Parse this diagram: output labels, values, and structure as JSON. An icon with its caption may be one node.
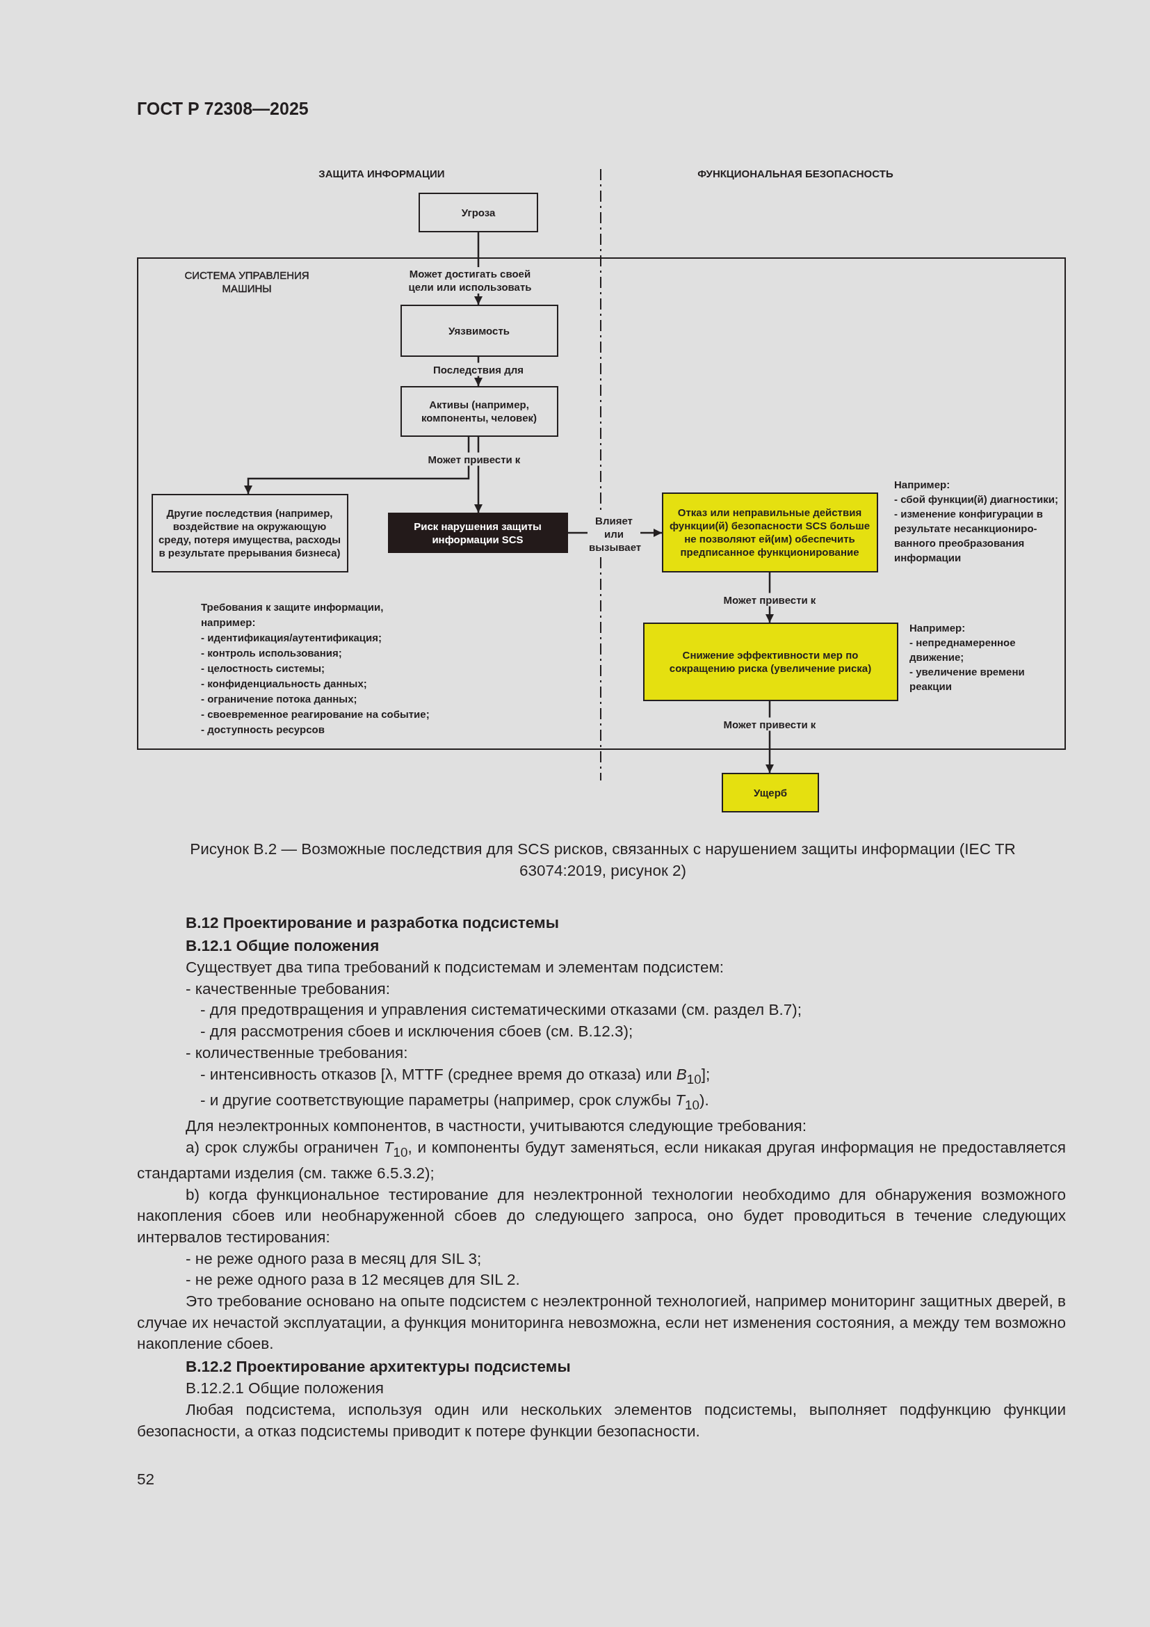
{
  "diagram": {
    "caption": "Рисунок В.2 — Возможные последствия для SCS рисков, связанных с нарушением защиты информации (IEC TR 63074:2019, рисунок 2)",
    "nodes": [
      {
        "text": [
          "Угроза"
        ]
      },
      {
        "text": [
          "СИСТЕМА УПРАВЛЕНИЯ МАШИНЫ"
        ]
      },
      {
        "text": [
          "Уязвимость"
        ],
        "in": 1
      },
      {
        "text": [
          "Активы (например, компоненты, человек)"
        ],
        "in": 1
      },
      {
        "text": [
          "Другие последствия (например, воздействие на окружающую среду, потеря имущества, расходы в результате прерывания бизнеса)"
        ],
        "in": 1
      },
      {
        "text": [
          "Риск нарушения защиты информации SCS"
        ],
        "in": 1
      },
      {
        "text": [
          "Отказ или неправильные действия функции(й) безопасности SCS больше не позволяют ей(им) обеспечить предписанное функционирование"
        ],
        "in": 1,
        "beside": [
          "Например:",
          "- сбой функции(й) диагностики;",
          "- изменение конфигурации в результате несанкциониро-ванного преобразования информации"
        ]
      },
      {
        "text": [
          "Снижение эффективности мер по сокращению риска (увеличение риска)"
        ],
        "in": 1,
        "beside": [
          "Например:",
          "- непреднамеренное движение;",
          "- увеличение времени реакции"
        ]
      },
      {
        "text": [
          "Ущерб"
        ]
      }
    ],
    "edges": [
      {
        "from": 0,
        "to": 2,
        "arrow": "to",
        "label": "Может достигать своей цели или использовать"
      },
      {
        "from": 2,
        "to": 3,
        "arrow": "to",
        "label": "Последствия для"
      },
      {
        "from": 3,
        "to": 4,
        "arrow": "to"
      },
      {
        "from": 3,
        "to": 5,
        "arrow": "to",
        "label": "Может привести к"
      },
      {
        "from": 5,
        "to": 6,
        "arrow": "to",
        "label": "Влияет или вызывает"
      },
      {
        "from": 6,
        "to": 7,
        "arrow": "to",
        "label": "Может привести к"
      },
      {
        "from": 7,
        "to": 8,
        "arrow": "to",
        "label": "Может привести к"
      }
    ],
    "labels": [
      "ГОСТ Р 72308—2025",
      "ЗАЩИТА ИНФОРМАЦИИ",
      "ФУНКЦИОНАЛЬНАЯ БЕЗОПАСНОСТЬ",
      "Требования к защите информации, например:",
      "- идентификация/аутентификация;",
      "- контроль использования;",
      "- целостность системы;",
      "- конфиденциальность данных;",
      "- ограничение потока данных;",
      "- своевременное реагирование на событие;",
      "- доступность ресурсов",
      "В.12 Проектирование и разработка подсистемы",
      "В.12.1 Общие положения",
      "Существует два типа требований к подсистемам и элементам подсистем:",
      "- качественные требования:",
      "- для предотвращения и управления систематическими отказами (см. раздел В.7);",
      "- для рассмотрения сбоев и исключения сбоев (см. В.12.3);",
      "- количественные требования:",
      "- интенсивность отказов [λ, MTTF (среднее время до отказа) или *B*$_{10}$];",
      "- и другие соответствующие параметры (например, срок службы *T*$_{10}$).",
      "Для неэлектронных компонентов, в частности, учитываются следующие требования:",
      "а) срок службы ограничен *T*$_{10}$, и компоненты будут заменяться, если никакая другая информация не предоставляется стандартами изделия (см. также 6.5.3.2);",
      "b) когда функциональное тестирование для неэлектронной технологии необходимо для обнаружения возможного накопления сбоев или необнаруженной сбоев до следующего запроса, оно будет проводиться в течение следующих интервалов тестирования:",
      "- не реже одного раза в месяц для SIL 3;",
      "- не реже одного раза в 12 месяцев для SIL 2.",
      "Это требование основано на опыте подсистем с неэлектронной технологией, например мониторинг защитных дверей, в случае их нечастой эксплуатации, а функция мониторинга невозможна, если нет изменения состояния, а между тем возможно накопление сбоев.",
      "В.12.2 Проектирование архитектуры подсистемы",
      "В.12.2.1 Общие положения",
      "Любая подсистема, используя один или нескольких элементов подсистемы, выполняет подфункцию функции безопасности, а отказ подсистемы приводит к потере функции безопасности.",
      "52"
    ]
  }
}
